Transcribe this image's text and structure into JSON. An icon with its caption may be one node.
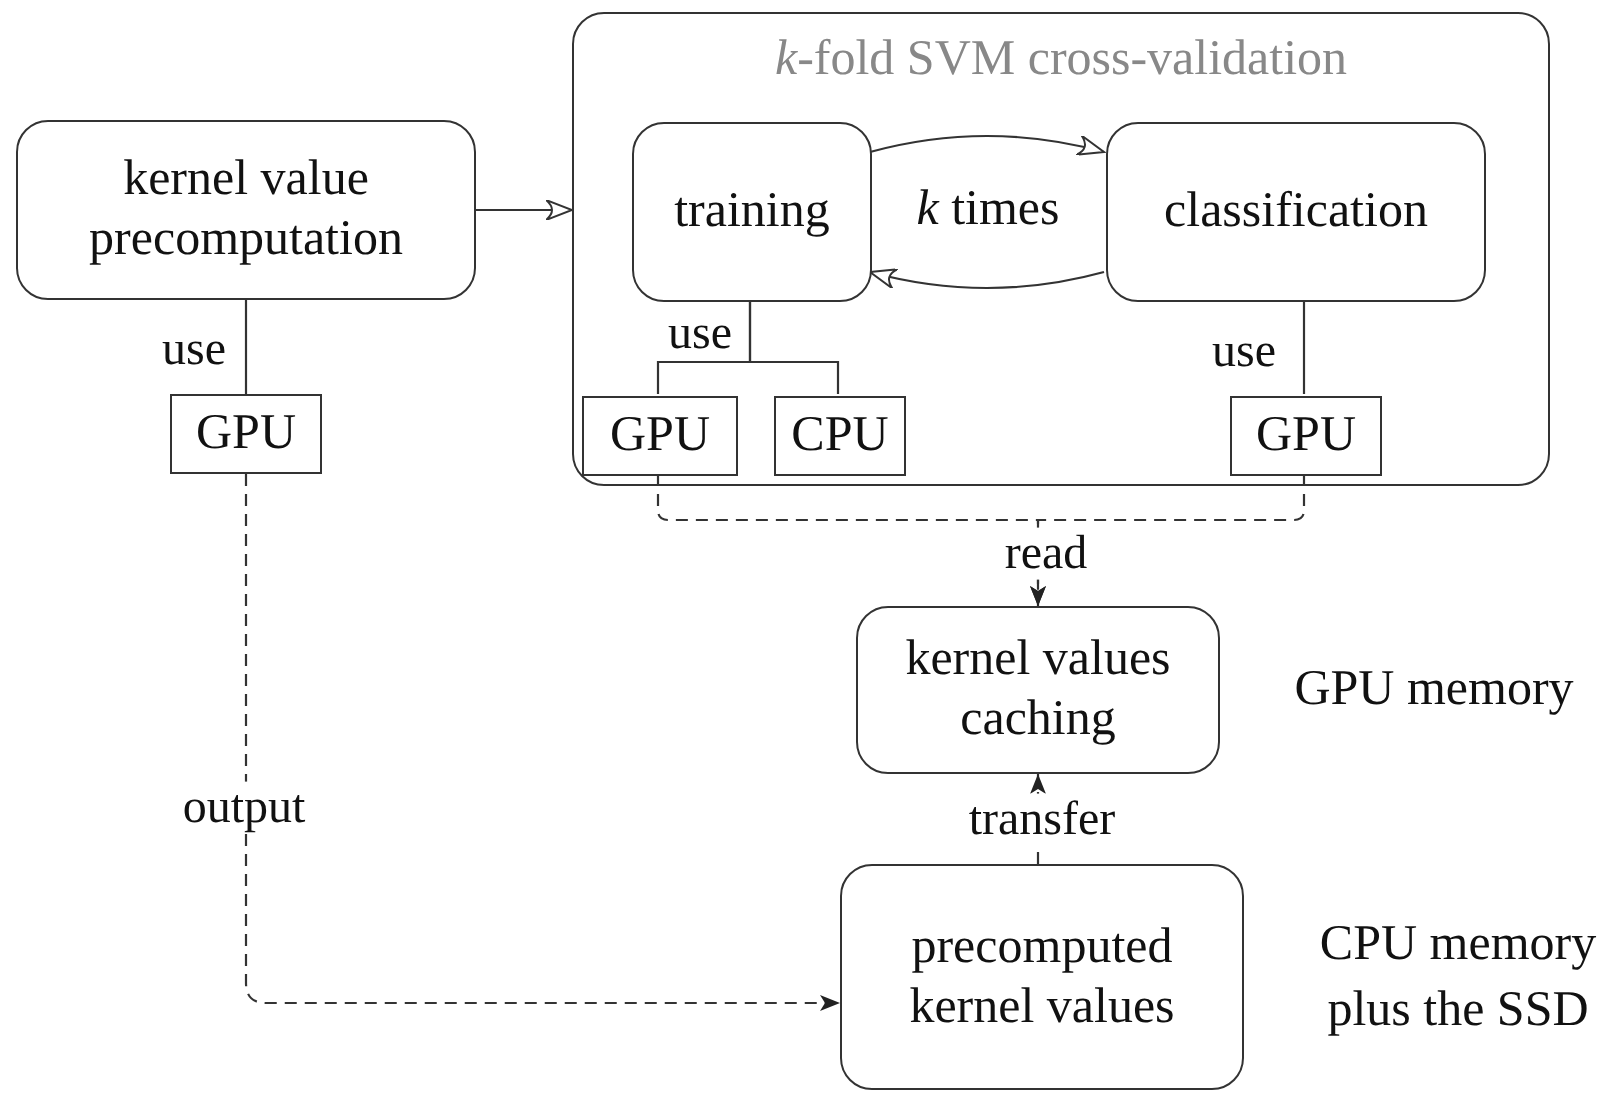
{
  "diagram": {
    "nodes": [
      {
        "text": [
          "kernel value precomputation"
        ]
      },
      {
        "text": [
          "GPU"
        ]
      },
      {
        "text": [
          "*k*-fold SVM cross-validation"
        ]
      },
      {
        "text": [
          "training"
        ],
        "in": 2
      },
      {
        "text": [
          "classification"
        ],
        "in": 2
      },
      {
        "text": [
          "GPU"
        ],
        "in": 2
      },
      {
        "text": [
          "CPU"
        ],
        "in": 2
      },
      {
        "text": [
          "GPU"
        ],
        "in": 2
      },
      {
        "text": [
          "kernel values caching"
        ],
        "beside": [
          "GPU memory"
        ]
      },
      {
        "text": [
          "precomputed kernel values"
        ],
        "beside": [
          "CPU memory plus the SSD"
        ]
      }
    ],
    "edges": [
      {
        "from": 0,
        "to": 2,
        "arrow": "to"
      },
      {
        "from": 0,
        "to": 1,
        "arrow": "none",
        "label": "use"
      },
      {
        "from": 3,
        "to": 5,
        "arrow": "none",
        "label": "use"
      },
      {
        "from": 3,
        "to": 6,
        "arrow": "none"
      },
      {
        "from": 4,
        "to": 7,
        "arrow": "none",
        "label": "use"
      },
      {
        "from": 3,
        "to": 4,
        "arrow": "to"
      },
      {
        "from": 4,
        "to": 3,
        "arrow": "to"
      },
      {
        "from": 5,
        "to": 8,
        "arrow": "to",
        "style": "dashed",
        "label": "read"
      },
      {
        "from": 7,
        "to": 8,
        "arrow": "to",
        "style": "dashed"
      },
      {
        "from": 9,
        "to": 8,
        "arrow": "to",
        "style": "dashed",
        "label": "transfer"
      },
      {
        "from": 1,
        "to": 9,
        "arrow": "to",
        "style": "dashed",
        "label": "output"
      }
    ],
    "labels": [
      "*k* times"
    ]
  }
}
